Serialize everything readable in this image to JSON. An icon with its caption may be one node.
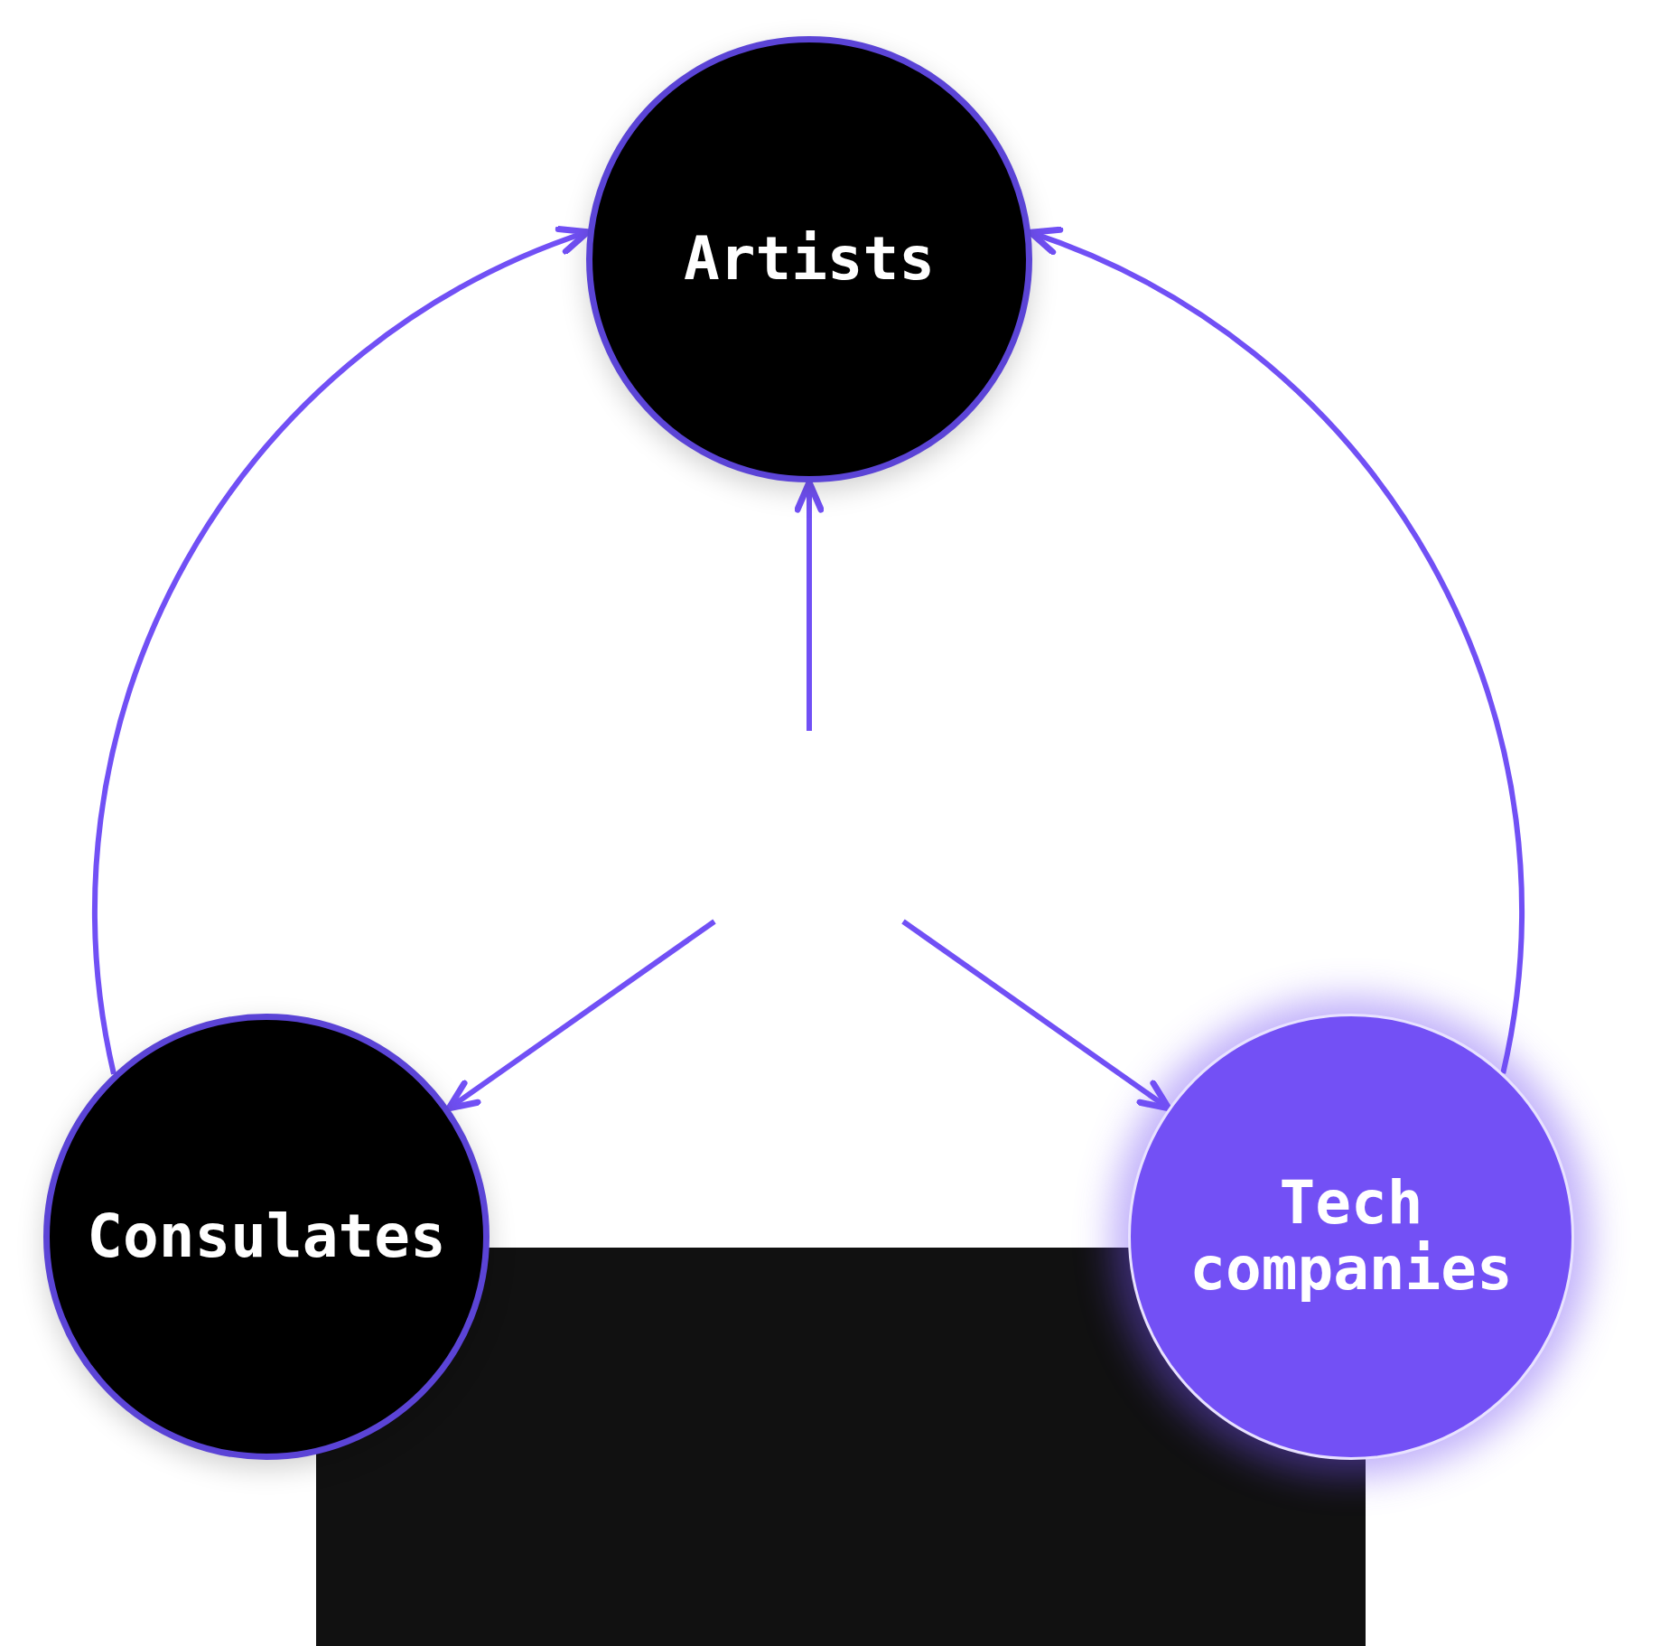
{
  "diagram": {
    "nodes": [
      {
        "text": [
          "Artists"
        ]
      },
      {
        "text": [
          "Consulates"
        ]
      },
      {
        "text": [
          "Tech companies"
        ]
      }
    ],
    "edges": [
      {
        "from": 1,
        "to": 0,
        "arrow": "to"
      },
      {
        "from": 2,
        "to": 0,
        "arrow": "to"
      },
      {
        "from": null,
        "to": 0,
        "arrow": "to"
      },
      {
        "from": null,
        "to": 1,
        "arrow": "to"
      },
      {
        "from": null,
        "to": 2,
        "arrow": "to"
      }
    ]
  }
}
